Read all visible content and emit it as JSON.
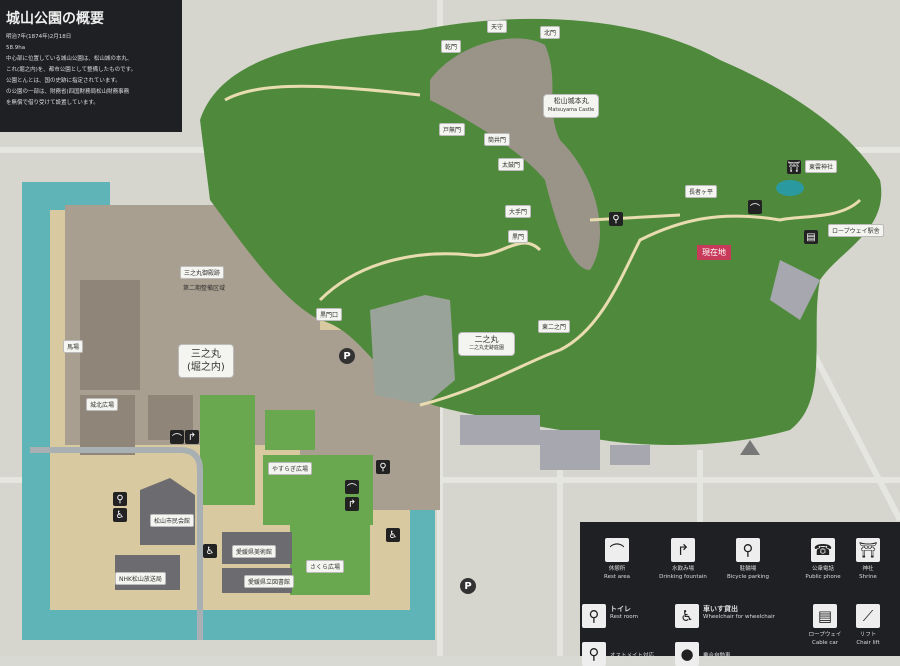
{
  "info": {
    "title": "城山公園の概要",
    "date": "明治7年(1874年)2月18日",
    "area": "58.9ha",
    "lines": [
      "中心部に位置している城山公園は、松山城の本丸、",
      "これ(堀之内)を、都市公園として整備したものです。",
      "公園とんとは、国の史跡に指定されています。",
      "の公園の一部は、財務省(四国財務局松山財務事務",
      "を無償で借り受けて設置しています。"
    ]
  },
  "labels": {
    "tenshu": "天守",
    "honmaru": "松山城本丸",
    "honmaru_en": "Matsuyama Castle",
    "ninomaru": "二之丸",
    "ninomaru_sub": "二之丸史跡庭園",
    "sannomaru": "三之丸",
    "sannomaru_sub": "(堀之内)",
    "sannomaru_goten": "三之丸御殿跡",
    "dainiki": "第二期整備区域",
    "baba": "馬場",
    "jouhoku": "城北広場",
    "yasuragi": "やすらぎ広場",
    "sakura": "さくら広場",
    "shiminkaikan": "松山市民会館",
    "bijutsukan": "愛媛県美術館",
    "toshokan": "愛媛県立図書館",
    "nhk": "NHK松山放送局",
    "shinonome": "東雲神社",
    "chojagadan": "長者ヶ平",
    "ropeway_station": "ロープウェイ駅舎",
    "here": "現在地",
    "inui": "乾門",
    "tsutsui": "筒井門",
    "taiko": "太鼓門",
    "kuromon": "黒門",
    "tonashi": "戸無門",
    "higashi_ninomon": "東二之門",
    "ote": "大手門",
    "kuromon2": "黒門口",
    "kinmon": "北門"
  },
  "map": {
    "icons": [
      "rest-area",
      "drinking-fountain",
      "bicycle-parking",
      "toilet",
      "wheelchair",
      "parking",
      "ropeway",
      "shrine",
      "chair-lift"
    ],
    "parking_label": "P"
  },
  "legend": {
    "items": [
      {
        "icon": "rest-area",
        "label": "休憩所",
        "en": "Rest area"
      },
      {
        "icon": "drinking-fountain",
        "label": "水飲み場",
        "en": "Drinking fountain"
      },
      {
        "icon": "bicycle-parking",
        "label": "駐輪場",
        "en": "Bicycle parking"
      },
      {
        "icon": "public-phone",
        "label": "公衆電話",
        "en": "Public phone"
      },
      {
        "icon": "shrine",
        "label": "神社",
        "en": "Shrine"
      },
      {
        "icon": "toilet",
        "label": "トイレ",
        "en": "Rest room"
      },
      {
        "icon": "wheelchair",
        "label": "車いす貸出",
        "en": "Wheelchair for wheelchair"
      },
      {
        "icon": "ropeway",
        "label": "ロープウェイ",
        "en": "Cable car"
      },
      {
        "icon": "chair-lift",
        "label": "リフト",
        "en": "Chair lift"
      },
      {
        "icon": "ostomate",
        "label": "オストメイト対応",
        "en": ""
      },
      {
        "icon": "person",
        "label": "乗合自動車",
        "en": ""
      }
    ]
  },
  "colors": {
    "forest": "#4f8a3c",
    "moat": "#5fb4b8",
    "ground": "#a89e8e",
    "lawn": "#6aa84f",
    "road": "#e8dcb0",
    "panel": "#1f2024",
    "here": "#c83a5a"
  }
}
